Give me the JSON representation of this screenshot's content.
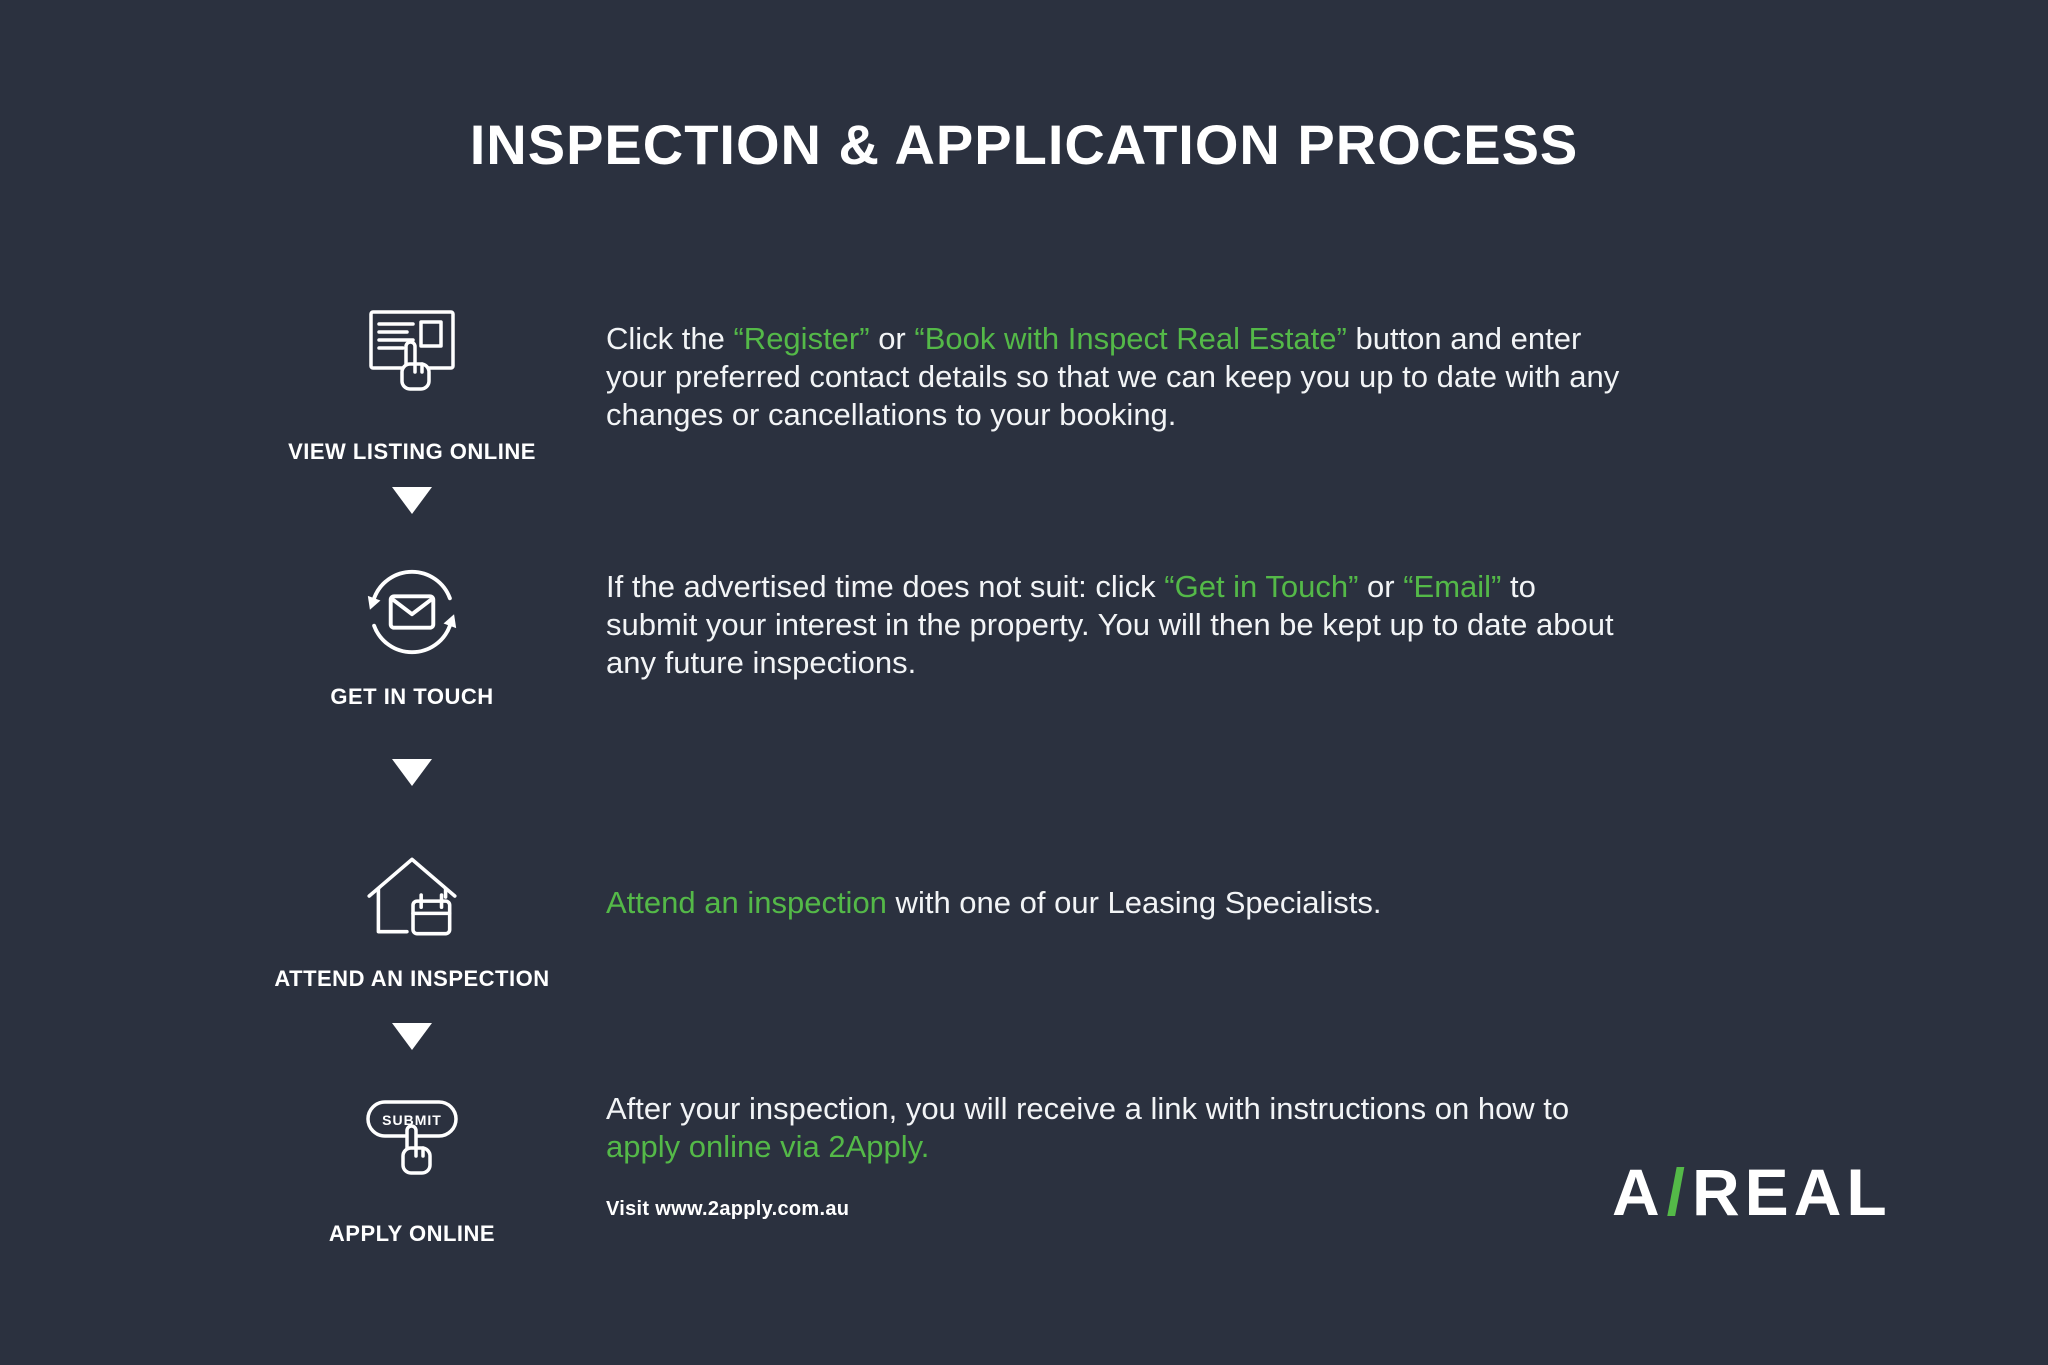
{
  "title": "INSPECTION & APPLICATION PROCESS",
  "colors": {
    "background": "#2b313f",
    "accent": "#54b948",
    "text": "#ffffff"
  },
  "steps": [
    {
      "id": "view-listing-online",
      "label": "VIEW LISTING ONLINE",
      "icon": "listing-click-icon",
      "segments": [
        {
          "text": "Click the ",
          "highlight": false
        },
        {
          "text": "“Register”",
          "highlight": true
        },
        {
          "text": " or ",
          "highlight": false
        },
        {
          "text": "“Book with Inspect Real Estate”",
          "highlight": true
        },
        {
          "text": " button and enter your preferred contact details so that we can keep you up to date with any changes or cancellations to your booking.",
          "highlight": false
        }
      ]
    },
    {
      "id": "get-in-touch",
      "label": "GET IN TOUCH",
      "icon": "email-sync-icon",
      "segments": [
        {
          "text": "If the advertised time does not suit: click ",
          "highlight": false
        },
        {
          "text": "“Get in Touch”",
          "highlight": true
        },
        {
          "text": " or ",
          "highlight": false
        },
        {
          "text": "“Email”",
          "highlight": true
        },
        {
          "text": " to submit your interest in the property. You will then be kept up to date about any future inspections.",
          "highlight": false
        }
      ]
    },
    {
      "id": "attend-an-inspection",
      "label": "ATTEND AN INSPECTION",
      "icon": "house-calendar-icon",
      "segments": [
        {
          "text": "Attend an inspection",
          "highlight": true
        },
        {
          "text": " with one of our Leasing Specialists.",
          "highlight": false
        }
      ]
    },
    {
      "id": "apply-online",
      "label": "APPLY ONLINE",
      "icon": "submit-click-icon",
      "icon_text": "SUBMIT",
      "segments": [
        {
          "text": "After your inspection, you will receive a link with instructions on how to ",
          "highlight": false
        },
        {
          "text": "apply online via 2Apply.",
          "highlight": true
        }
      ],
      "note": "Visit www.2apply.com.au"
    }
  ],
  "logo": {
    "part1": "A",
    "slash": "/",
    "part2": "REAL"
  }
}
